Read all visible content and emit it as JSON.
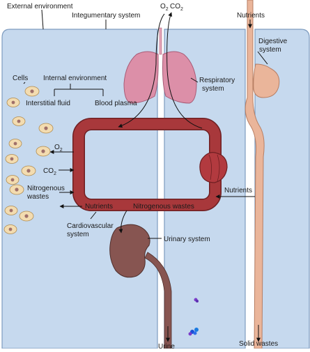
{
  "labels": {
    "external_environment": "External environment",
    "integumentary_system": "Integumentary system",
    "o2": "O",
    "o2_sub": "2",
    "co2": "CO",
    "co2_sub": "2",
    "nutrients_top": "Nutrients",
    "digestive_line1": "Digestive",
    "digestive_line2": "system",
    "cells": "Cells",
    "internal_environment": "Internal environment",
    "interstitial_fluid": "Interstitial fluid",
    "blood_plasma": "Blood plasma",
    "respiratory_line1": "Respiratory",
    "respiratory_line2": "system",
    "o2_left": "O",
    "o2_left_sub": "2",
    "co2_left": "CO",
    "co2_left_sub": "2",
    "nitrogenous_line1": "Nitrogenous",
    "nitrogenous_line2": "wastes",
    "nutrients_right": "Nutrients",
    "nutrients_bottom": "Nutrients",
    "nitrogenous_wastes_bottom": "Nitrogenous wastes",
    "cardiovascular_line1": "Cardiovascular",
    "cardiovascular_line2": "system",
    "urinary_system": "Urinary system",
    "urine": "Urine",
    "solid_wastes": "Solid wastes"
  },
  "colors": {
    "background_panel": "#c6d9ee",
    "panel_border": "#7d9bbf",
    "vessel": "#a8383b",
    "vessel_edge": "#6e1f22",
    "lung": "#dc8fa8",
    "lung_edge": "#a85b76",
    "heart": "#b23a3f",
    "digestive": "#eab59a",
    "digestive_edge": "#b77e63",
    "kidney": "#875551",
    "kidney_edge": "#4f2f2c",
    "cell_fill": "#f3dcb0",
    "cell_edge": "#b08b4f",
    "cell_nucleus": "#a0706a",
    "arrow": "#111111"
  },
  "icons": [
    "lungs-icon",
    "heart-icon",
    "kidney-icon",
    "digestive-tract-icon",
    "cell-icon"
  ]
}
